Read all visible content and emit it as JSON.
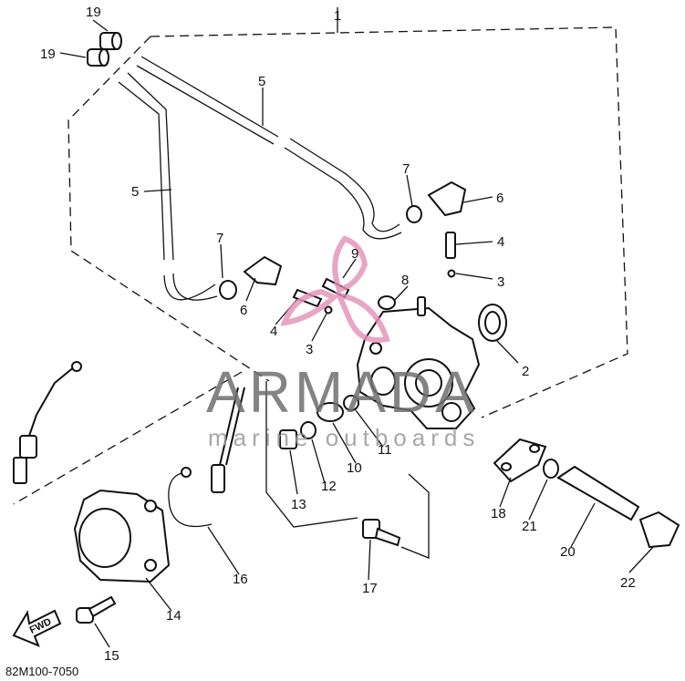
{
  "diagram": {
    "reference_code": "82M100-7050",
    "watermark": {
      "brand": "ARMADA",
      "tagline": "marine outboards",
      "color": "#e48fb6"
    },
    "fwd_label": "FWD",
    "callouts": [
      {
        "id": "c1",
        "label": "1"
      },
      {
        "id": "c2",
        "label": "2"
      },
      {
        "id": "c3a",
        "label": "3"
      },
      {
        "id": "c3b",
        "label": "3"
      },
      {
        "id": "c4a",
        "label": "4"
      },
      {
        "id": "c4b",
        "label": "4"
      },
      {
        "id": "c5a",
        "label": "5"
      },
      {
        "id": "c5b",
        "label": "5"
      },
      {
        "id": "c6a",
        "label": "6"
      },
      {
        "id": "c6b",
        "label": "6"
      },
      {
        "id": "c7a",
        "label": "7"
      },
      {
        "id": "c7b",
        "label": "7"
      },
      {
        "id": "c8",
        "label": "8"
      },
      {
        "id": "c9",
        "label": "9"
      },
      {
        "id": "c10",
        "label": "10"
      },
      {
        "id": "c11",
        "label": "11"
      },
      {
        "id": "c12",
        "label": "12"
      },
      {
        "id": "c13",
        "label": "13"
      },
      {
        "id": "c14",
        "label": "14"
      },
      {
        "id": "c15",
        "label": "15"
      },
      {
        "id": "c16",
        "label": "16"
      },
      {
        "id": "c17",
        "label": "17"
      },
      {
        "id": "c18",
        "label": "18"
      },
      {
        "id": "c19a",
        "label": "19"
      },
      {
        "id": "c19b",
        "label": "19"
      },
      {
        "id": "c20",
        "label": "20"
      },
      {
        "id": "c21",
        "label": "21"
      },
      {
        "id": "c22",
        "label": "22"
      }
    ]
  }
}
